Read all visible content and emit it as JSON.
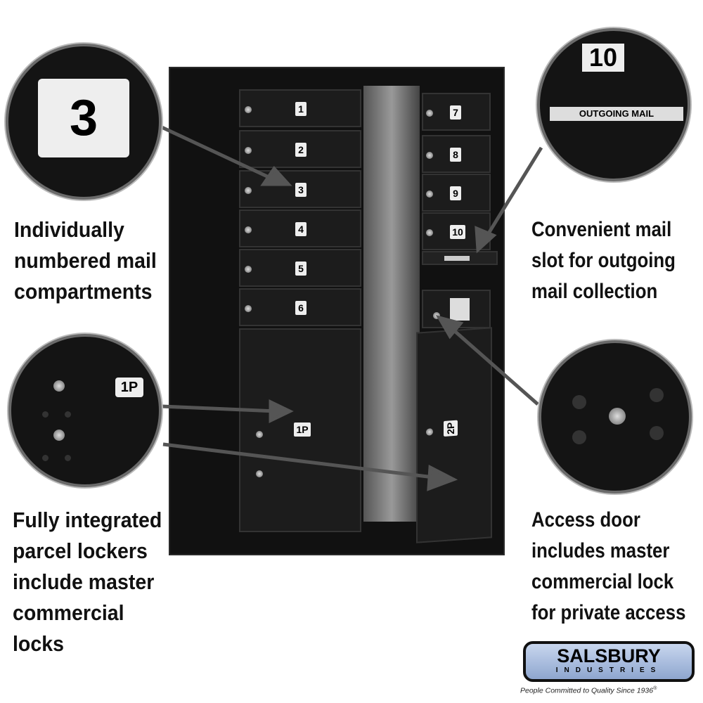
{
  "callouts": {
    "compartments": {
      "badge": "3",
      "text": [
        "Individually",
        "numbered mail",
        "compartments"
      ]
    },
    "outgoing": {
      "badge": "10",
      "label": "OUTGOING MAIL",
      "text": [
        "Convenient mail",
        "slot for outgoing",
        "mail collection"
      ]
    },
    "parcel": {
      "badge": "1P",
      "text": [
        "Fully integrated",
        "parcel lockers",
        "include master",
        "commercial",
        "locks"
      ]
    },
    "access": {
      "text": [
        "Access door",
        "includes master",
        "commercial lock",
        "for private access"
      ]
    }
  },
  "mailbox": {
    "left_doors": [
      "1",
      "2",
      "3",
      "4",
      "5",
      "6"
    ],
    "right_doors": [
      "7",
      "8",
      "9",
      "10"
    ],
    "parcel_left": "1P",
    "parcel_right": "2P"
  },
  "logo": {
    "name": "SALSBURY",
    "sub": "INDUSTRIES",
    "tagline": "People Committed to Quality Since 1936",
    "mark": "®"
  }
}
